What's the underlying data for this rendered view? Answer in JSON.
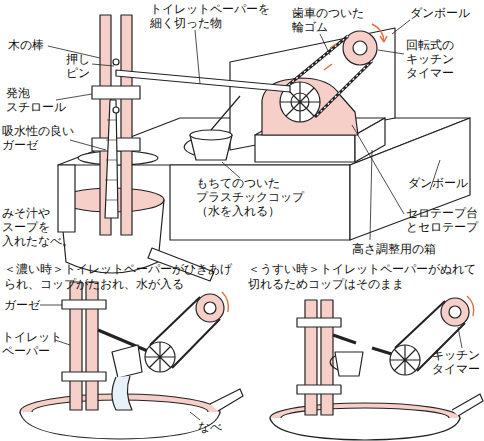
{
  "diagram": {
    "labels": [
      "トイレットペーパーを 細く切った物",
      "歯車のついた 輪ゴム",
      "ダンボール",
      "木の棒",
      "押し ピン",
      "回転式の キッチン タイマー",
      "発泡 スチロール",
      "吸水性の良い ガーゼ",
      "ダンボール",
      "もちてのついた プラスチックコップ （水を入れる）",
      "セロテープ台 とセロテープ",
      "みそ汁や スープを 入れたなべ。",
      "高さ調整用の箱",
      "＜濃い時＞トイレットペーパーがひきあげられ、コップがたおれ、水が入る",
      "ガーゼ",
      "トイレット ペーパー",
      "なべ",
      "＜うすい時＞トイレットペーパーがぬれて切れるためコップはそのまま",
      "キッチン タイマー"
    ]
  }
}
